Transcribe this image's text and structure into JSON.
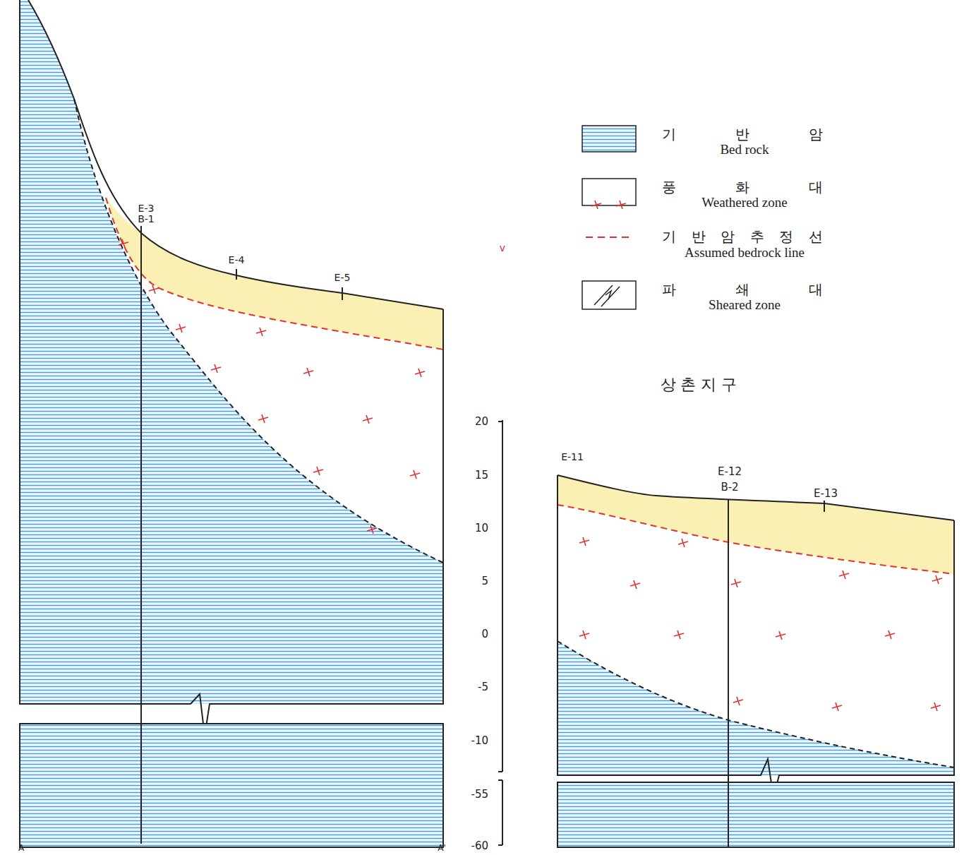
{
  "diagram": {
    "labels": [
      "기 반 암",
      "풍 화 대",
      "기 반 암 추 정 선",
      "파 쇄 대",
      "E-3",
      "B-1",
      "E-4",
      "E-5",
      "v",
      "상 촌 지 구",
      "E-11",
      "E-12",
      "B-2",
      "E-13",
      "20",
      "15",
      "10",
      "5",
      "0",
      "-5",
      "-10",
      "-55",
      "-60",
      "A",
      "A'"
    ],
    "legend": [
      {
        "text": "Bed rock"
      },
      {
        "text": "Weathered zone"
      },
      {
        "text": "Assumed bedrock line"
      },
      {
        "text": "Sheared zone"
      }
    ]
  }
}
